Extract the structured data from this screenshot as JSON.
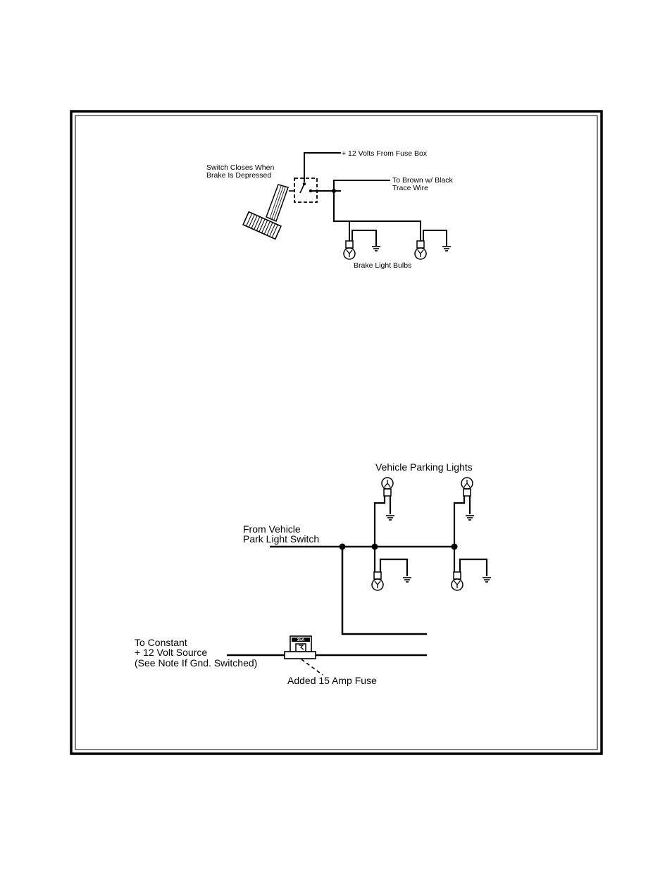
{
  "brake_diagram": {
    "switch_label_line1": "Switch Closes When",
    "switch_label_line2": "Brake Is Depressed",
    "power_label": "+ 12 Volts From Fuse Box",
    "output_label_line1": "To Brown w/ Black",
    "output_label_line2": "Trace Wire",
    "bulbs_label": "Brake Light Bulbs"
  },
  "parking_diagram": {
    "lights_label": "Vehicle Parking Lights",
    "switch_label_line1": "From Vehicle",
    "switch_label_line2": "Park Light Switch",
    "source_label_line1": "To Constant",
    "source_label_line2": "+ 12 Volt Source",
    "source_label_line3": "(See Note If Gnd. Switched)",
    "fuse_label": "Added 15 Amp Fuse",
    "fuse_rating": "15A"
  },
  "icons": [
    "brake-pedal-icon",
    "switch-icon",
    "bulb-icon",
    "ground-icon",
    "fuse-icon"
  ]
}
